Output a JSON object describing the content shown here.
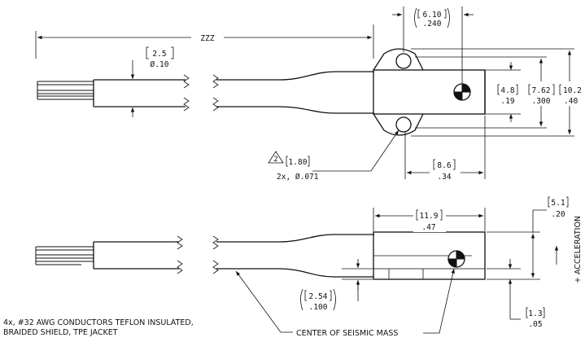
{
  "dimensions": {
    "overall_length": "ZZZ",
    "cable_dia_mm": "2.5",
    "cable_dia_in": "Ø.10",
    "hole_pitch_mm": "6.10",
    "hole_pitch_in": ".240",
    "hole_span_mm": "4.8",
    "hole_span_in": ".19",
    "body_height_mm": "7.62",
    "body_height_in": ".300",
    "tab_height_mm": "10.2",
    "tab_height_in": ".40",
    "hole_mm": "1.80",
    "hole_note": "2x, Ø.071",
    "hole_marker": "2",
    "cm_offset_mm": "8.6",
    "cm_offset_in": ".34",
    "side_length_mm": "11.9",
    "side_length_in": ".47",
    "side_height_mm": "5.1",
    "side_height_in": ".20",
    "cable_offset_mm": "2.54",
    "cable_offset_in": ".100",
    "base_height_mm": "1.3",
    "base_height_in": ".05"
  },
  "notes": {
    "acceleration": "+ ACCELERATION",
    "conductors_line1": "4x, #32 AWG CONDUCTORS TEFLON INSULATED,",
    "conductors_line2": "BRAIDED SHIELD, TPE  JACKET",
    "center_mass": "CENTER OF SEISMIC MASS"
  }
}
